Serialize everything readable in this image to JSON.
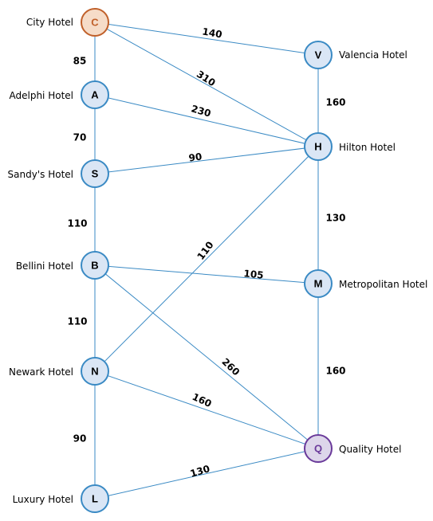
{
  "colors": {
    "edge": "#3a8ac4",
    "node_fill": "#dae6f5",
    "node_stroke": "#3a8ac4",
    "node_text": "#000000",
    "start_fill": "#f6dcc8",
    "start_stroke": "#c0602a",
    "start_text": "#c0602a",
    "end_fill": "#ddd6ea",
    "end_stroke": "#6a3a9a",
    "end_text": "#6a3a9a"
  },
  "nodes": [
    {
      "id": "C",
      "letter": "C",
      "name": "City Hotel",
      "style": "start"
    },
    {
      "id": "A",
      "letter": "A",
      "name": "Adelphi Hotel",
      "style": "normal"
    },
    {
      "id": "S",
      "letter": "S",
      "name": "Sandy's Hotel",
      "style": "normal"
    },
    {
      "id": "B",
      "letter": "B",
      "name": "Bellini Hotel",
      "style": "normal"
    },
    {
      "id": "N",
      "letter": "N",
      "name": "Newark Hotel",
      "style": "normal"
    },
    {
      "id": "L",
      "letter": "L",
      "name": "Luxury Hotel",
      "style": "normal"
    },
    {
      "id": "V",
      "letter": "V",
      "name": "Valencia Hotel",
      "style": "normal"
    },
    {
      "id": "H",
      "letter": "H",
      "name": "Hilton Hotel",
      "style": "normal"
    },
    {
      "id": "M",
      "letter": "M",
      "name": "Metropolitan Hotel",
      "style": "normal"
    },
    {
      "id": "Q",
      "letter": "Q",
      "name": "Quality Hotel",
      "style": "end"
    }
  ],
  "edges": [
    {
      "from": "C",
      "to": "A",
      "weight": "85"
    },
    {
      "from": "A",
      "to": "S",
      "weight": "70"
    },
    {
      "from": "S",
      "to": "B",
      "weight": "110"
    },
    {
      "from": "B",
      "to": "N",
      "weight": "110"
    },
    {
      "from": "N",
      "to": "L",
      "weight": "90"
    },
    {
      "from": "C",
      "to": "V",
      "weight": "140"
    },
    {
      "from": "C",
      "to": "H",
      "weight": "310"
    },
    {
      "from": "A",
      "to": "H",
      "weight": "230"
    },
    {
      "from": "S",
      "to": "H",
      "weight": "90"
    },
    {
      "from": "N",
      "to": "H",
      "weight": "110"
    },
    {
      "from": "B",
      "to": "M",
      "weight": "105"
    },
    {
      "from": "B",
      "to": "Q",
      "weight": "260"
    },
    {
      "from": "N",
      "to": "Q",
      "weight": "160"
    },
    {
      "from": "L",
      "to": "Q",
      "weight": "130"
    },
    {
      "from": "V",
      "to": "H",
      "weight": "160"
    },
    {
      "from": "H",
      "to": "M",
      "weight": "130"
    },
    {
      "from": "M",
      "to": "Q",
      "weight": "160"
    }
  ]
}
